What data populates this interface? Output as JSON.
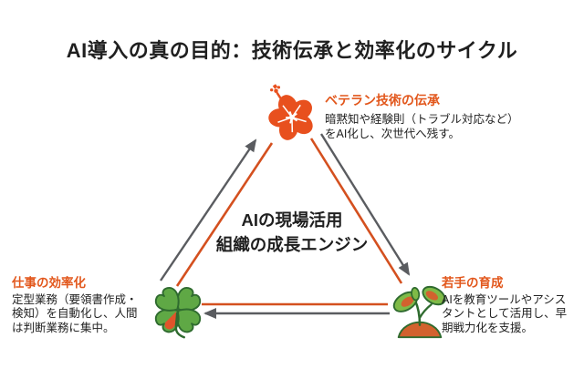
{
  "title": "AI導入の真の目的：技術伝承と効率化のサイクル",
  "center_label": {
    "line1": "AIの現場活用",
    "line2": "組織の成長エンジン"
  },
  "nodes": {
    "top": {
      "icon": "hibiscus-icon",
      "title": "ベテラン技術の伝承",
      "body": [
        "暗黙知や経験則（トラブル対応など）",
        "をAI化し、次世代へ残す。"
      ]
    },
    "left": {
      "icon": "clover-icon",
      "title": "仕事の効率化",
      "body": [
        "定型業務（要領書作成・",
        "検知）を自動化し、人間",
        "は判断業務に集中。"
      ]
    },
    "right": {
      "icon": "sprout-icon",
      "title": "若手の育成",
      "body": [
        "AIを教育ツールやアシス",
        "タントとして活用し、早",
        "期戦力化を支援。"
      ]
    }
  },
  "flow": {
    "direction": "clockwise",
    "sequence": [
      "仕事の効率化",
      "ベテラン技術の伝承",
      "若手の育成"
    ]
  },
  "colors": {
    "accent_orange": "#E2571C",
    "cycle_line_orange": "#D4501F",
    "arrow_gray": "#5A5C60",
    "text_black": "#1F1F1F",
    "hibiscus_orange": "#E8501E",
    "clover_green": "#5FA845",
    "leaf_green": "#7FBA47",
    "outline_green": "#2F6B2F",
    "soil_orange": "#D2622E",
    "background": "#FFFFFF"
  }
}
